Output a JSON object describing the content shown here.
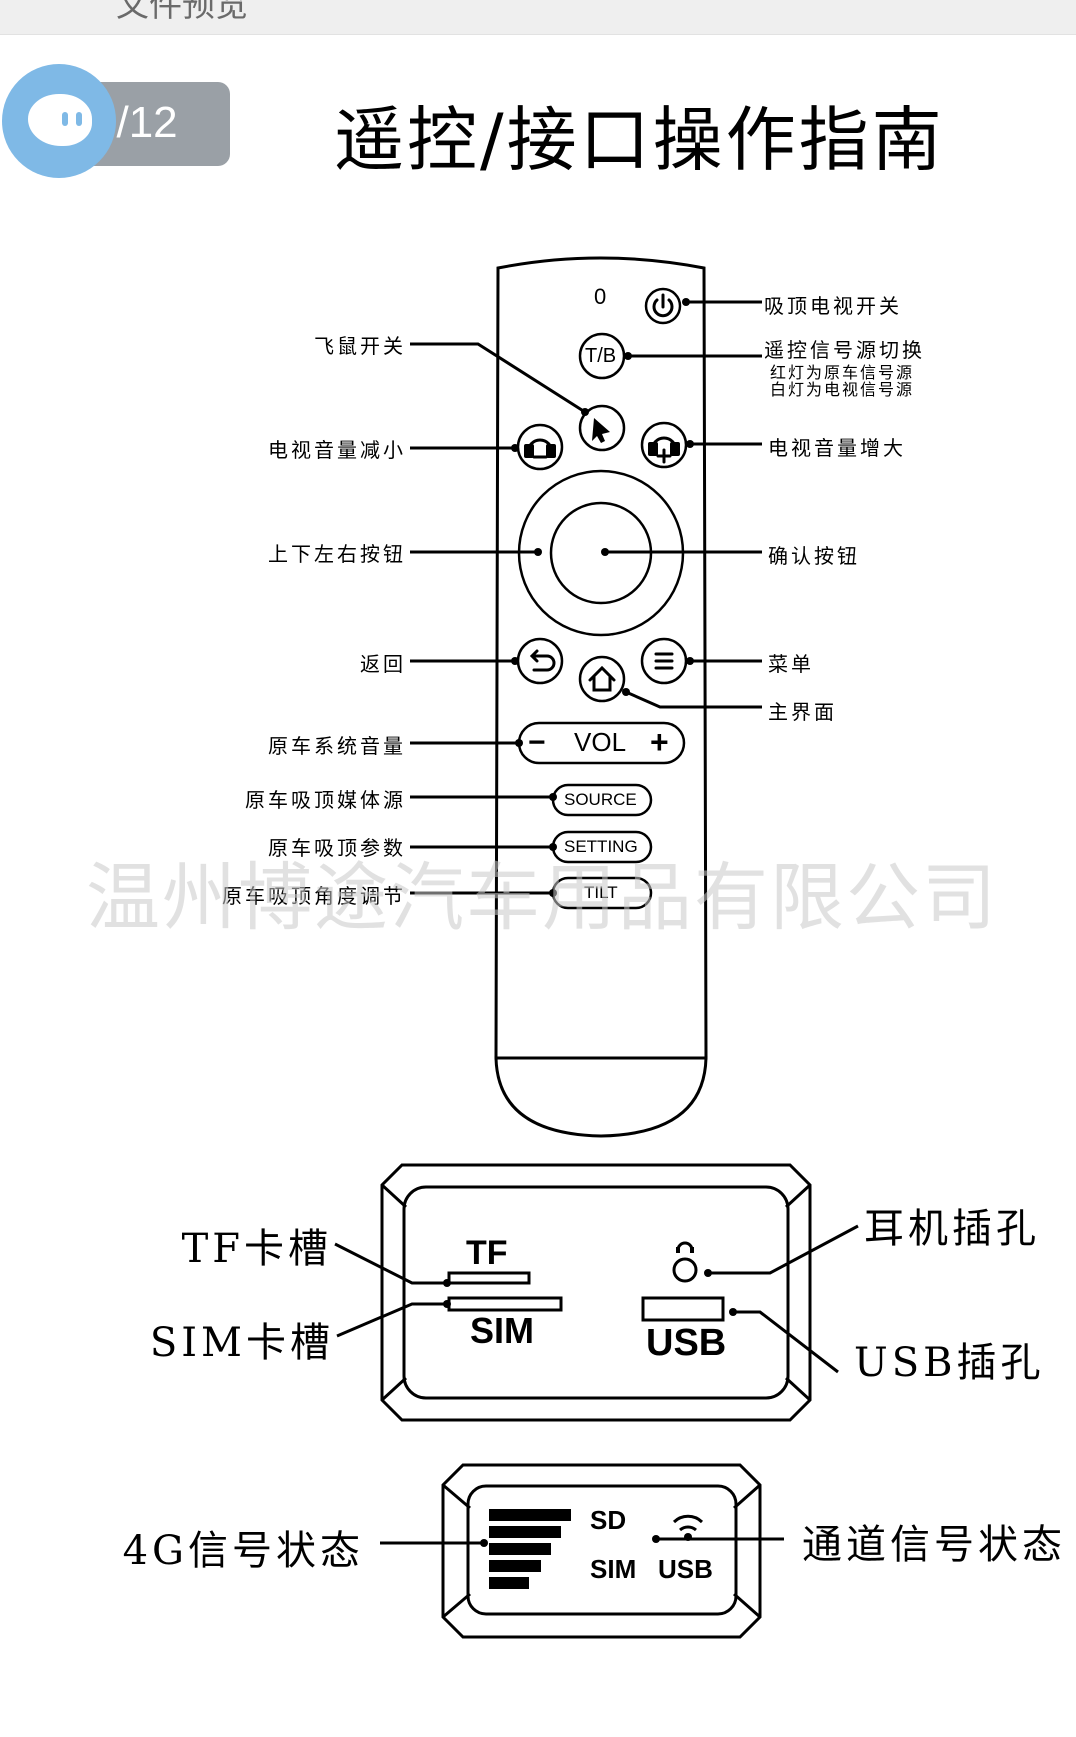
{
  "topbar": {
    "title": "文件预览"
  },
  "page_indicator": {
    "label": "6/12"
  },
  "title": "遥控/接口操作指南",
  "remote": {
    "led_label": "0",
    "buttons": {
      "tb": "T/B",
      "vol": "VOL",
      "vol_minus": "−",
      "vol_plus": "+",
      "source": "SOURCE",
      "setting": "SETTING",
      "tilt": "TILT"
    },
    "labels": {
      "power": "吸顶电视开关",
      "source_switch": "遥控信号源切换",
      "source_note_red": "红灯为原车信号源",
      "source_note_white": "白灯为电视信号源",
      "air_mouse": "飞鼠开关",
      "tv_vol_down": "电视音量减小",
      "tv_vol_up": "电视音量增大",
      "dpad": "上下左右按钮",
      "ok": "确认按钮",
      "back": "返回",
      "menu": "菜单",
      "home": "主界面",
      "car_volume": "原车系统音量",
      "car_media": "原车吸顶媒体源",
      "car_params": "原车吸顶参数",
      "car_angle": "原车吸顶角度调节"
    }
  },
  "ports_panel": {
    "tf_text": "TF",
    "sim_text": "SIM",
    "usb_text": "USB",
    "tf_slot_label": "TF卡槽",
    "sim_slot_label": "SIM卡槽",
    "headphone_label": "耳机插孔",
    "usb_label": "USB插孔"
  },
  "status_panel": {
    "sd_text": "SD",
    "sim_text": "SIM",
    "usb_text": "USB",
    "signal_4g_label": "4G信号状态",
    "channel_label": "通道信号状态"
  },
  "watermark": "温州博途汽车用品有限公司"
}
